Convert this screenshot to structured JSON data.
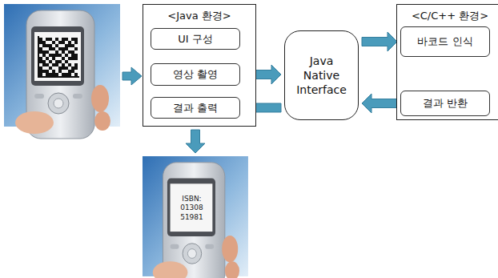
{
  "diagram": {
    "nodes": [
      {
        "text": [
          "<Java 환경>"
        ]
      },
      {
        "text": [
          "UI 구성"
        ],
        "in": 0
      },
      {
        "text": [
          "영상 촬영"
        ],
        "in": 0
      },
      {
        "text": [
          "결과 출력"
        ],
        "in": 0
      },
      {
        "text": [
          "Java Native Interface"
        ]
      },
      {
        "text": [
          "<C/C++ 환경>"
        ]
      },
      {
        "text": [
          "바코드 인식"
        ],
        "in": 5
      },
      {
        "text": [
          "결과 반환"
        ],
        "in": 5
      },
      {
        "text": [
          "ISBN: 01308 51981"
        ]
      }
    ],
    "edges": [
      {
        "from": 2,
        "to": 4,
        "arrow": "to"
      },
      {
        "from": 4,
        "to": 6,
        "arrow": "to"
      },
      {
        "from": 7,
        "to": 4,
        "arrow": "to"
      },
      {
        "from": 4,
        "to": 3,
        "arrow": "to"
      },
      {
        "from": 0,
        "to": 8,
        "arrow": "to"
      }
    ]
  }
}
